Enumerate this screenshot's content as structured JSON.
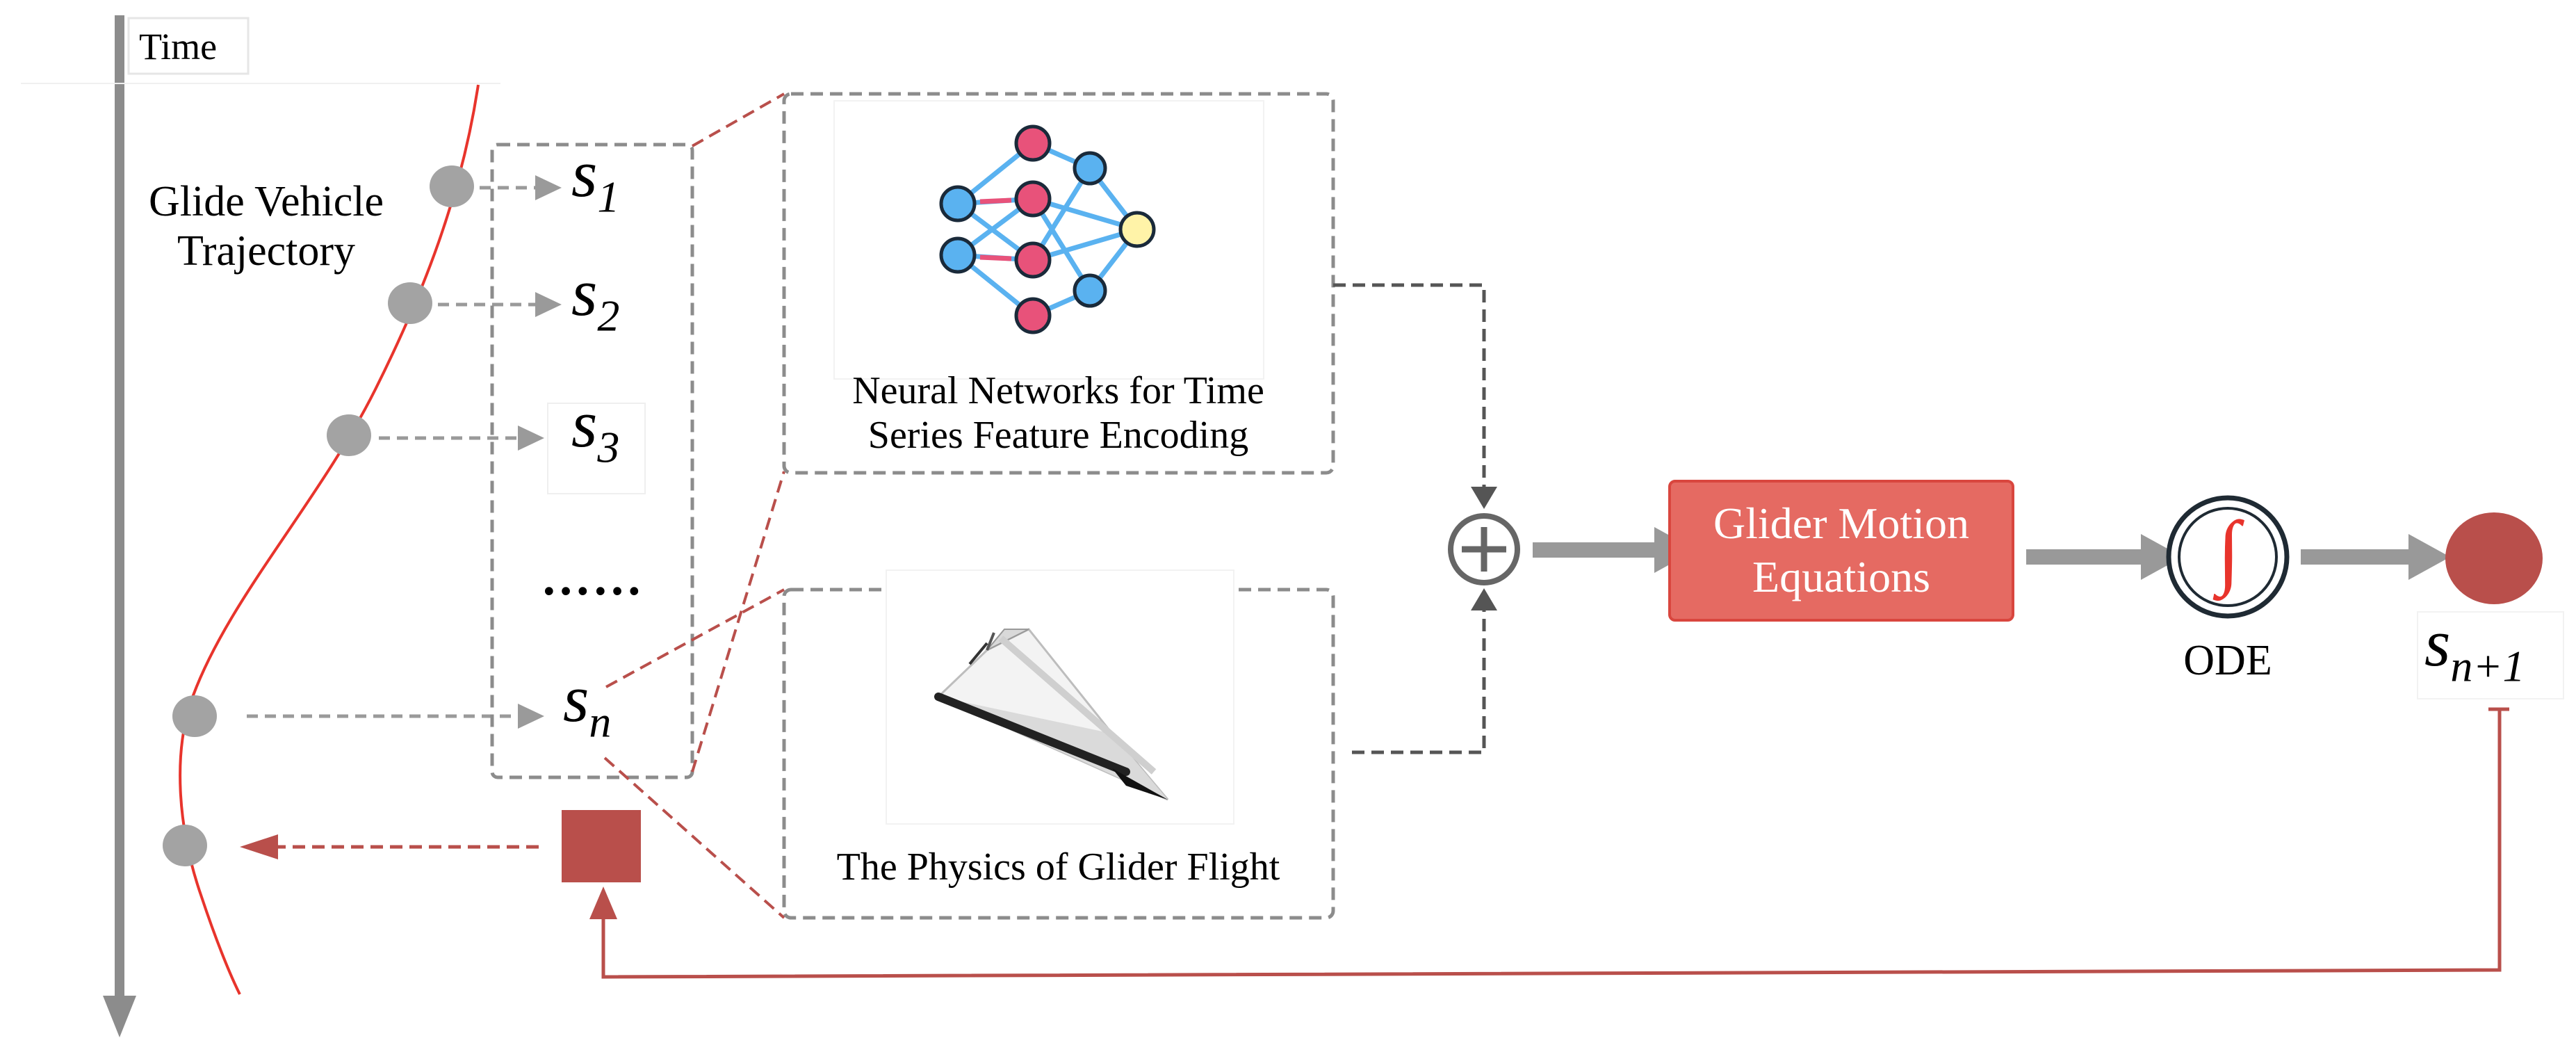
{
  "time_axis": {
    "label": "Time"
  },
  "trajectory": {
    "label_line1": "Glide Vehicle",
    "label_line2": "Trajectory"
  },
  "states": {
    "s1": {
      "base": "s",
      "sub": "1"
    },
    "s2": {
      "base": "s",
      "sub": "2"
    },
    "s3": {
      "base": "s",
      "sub": "3"
    },
    "ellipsis": "……",
    "sn": {
      "base": "s",
      "sub": "n"
    },
    "s_next": {
      "base": "s",
      "sub": "n+1"
    }
  },
  "neural_box": {
    "line1": "Neural Networks for Time",
    "line2": "Series Feature Encoding"
  },
  "physics_box": {
    "caption": "The Physics of Glider Flight"
  },
  "motion_box": {
    "line1": "Glider Motion",
    "line2": "Equations"
  },
  "ode": {
    "symbol": "∫",
    "label": "ODE"
  },
  "colors": {
    "accent_red": "#e56a62",
    "dark_red": "#b94f4b",
    "trajectory_red": "#e8342c",
    "gray": "#8c8c8c",
    "node_blue": "#5ab2f0",
    "node_pink": "#e8527a",
    "node_yellow": "#fff3a8",
    "edge_blue": "#5ab2f0"
  }
}
